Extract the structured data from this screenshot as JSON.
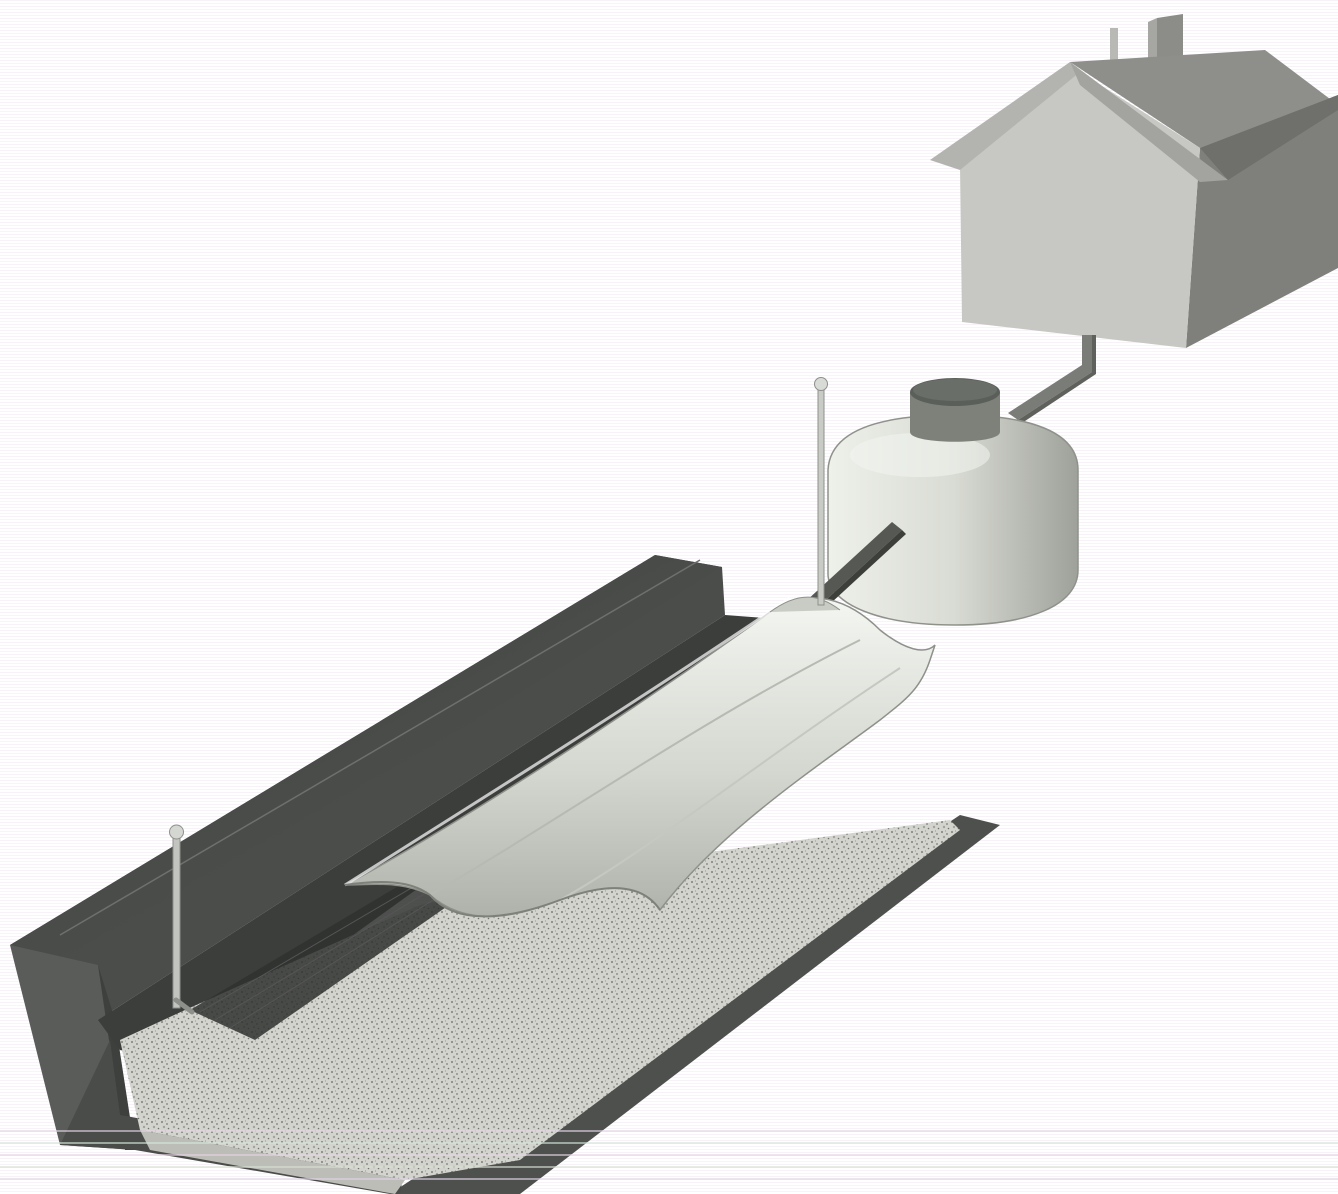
{
  "diagram": {
    "components": [
      {
        "id": "house",
        "icon": "house-icon"
      },
      {
        "id": "house-drain-pipe",
        "icon": "pipe-icon"
      },
      {
        "id": "septic-tank",
        "icon": "tank-icon"
      },
      {
        "id": "tank-outlet-pipe",
        "icon": "pipe-icon"
      },
      {
        "id": "inspection-port-near",
        "icon": "vent-pipe-icon"
      },
      {
        "id": "inspection-port-far",
        "icon": "vent-pipe-icon"
      },
      {
        "id": "leaching-chamber",
        "icon": "chamber-icon"
      },
      {
        "id": "trench",
        "icon": "trench-icon"
      },
      {
        "id": "gravel-bed",
        "icon": "gravel-icon"
      }
    ],
    "colors": {
      "background": "#ffffff",
      "house_front": "#c9c9c6",
      "house_side": "#7f7f7c",
      "house_roof": "#a9aaa6",
      "tank_body": "#d6d9d2",
      "tank_lid": "#5e625c",
      "trench_dark": "#4a4c4a",
      "chamber": "#dfe3db",
      "gravel": "#cfcfcb"
    }
  }
}
